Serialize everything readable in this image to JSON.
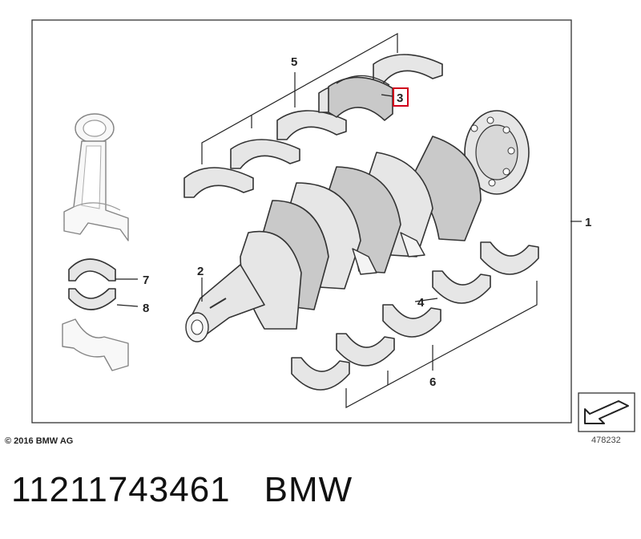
{
  "diagram": {
    "callouts": {
      "c1": "1",
      "c2": "2",
      "c3": "3",
      "c4": "4",
      "c5": "5",
      "c6": "6",
      "c7": "7",
      "c8": "8"
    },
    "copyright": "© 2016 BMW AG",
    "image_number": "478232",
    "highlight_color": "#d0021b"
  },
  "footer": {
    "part_number": "11211743461",
    "brand": "BMW"
  }
}
